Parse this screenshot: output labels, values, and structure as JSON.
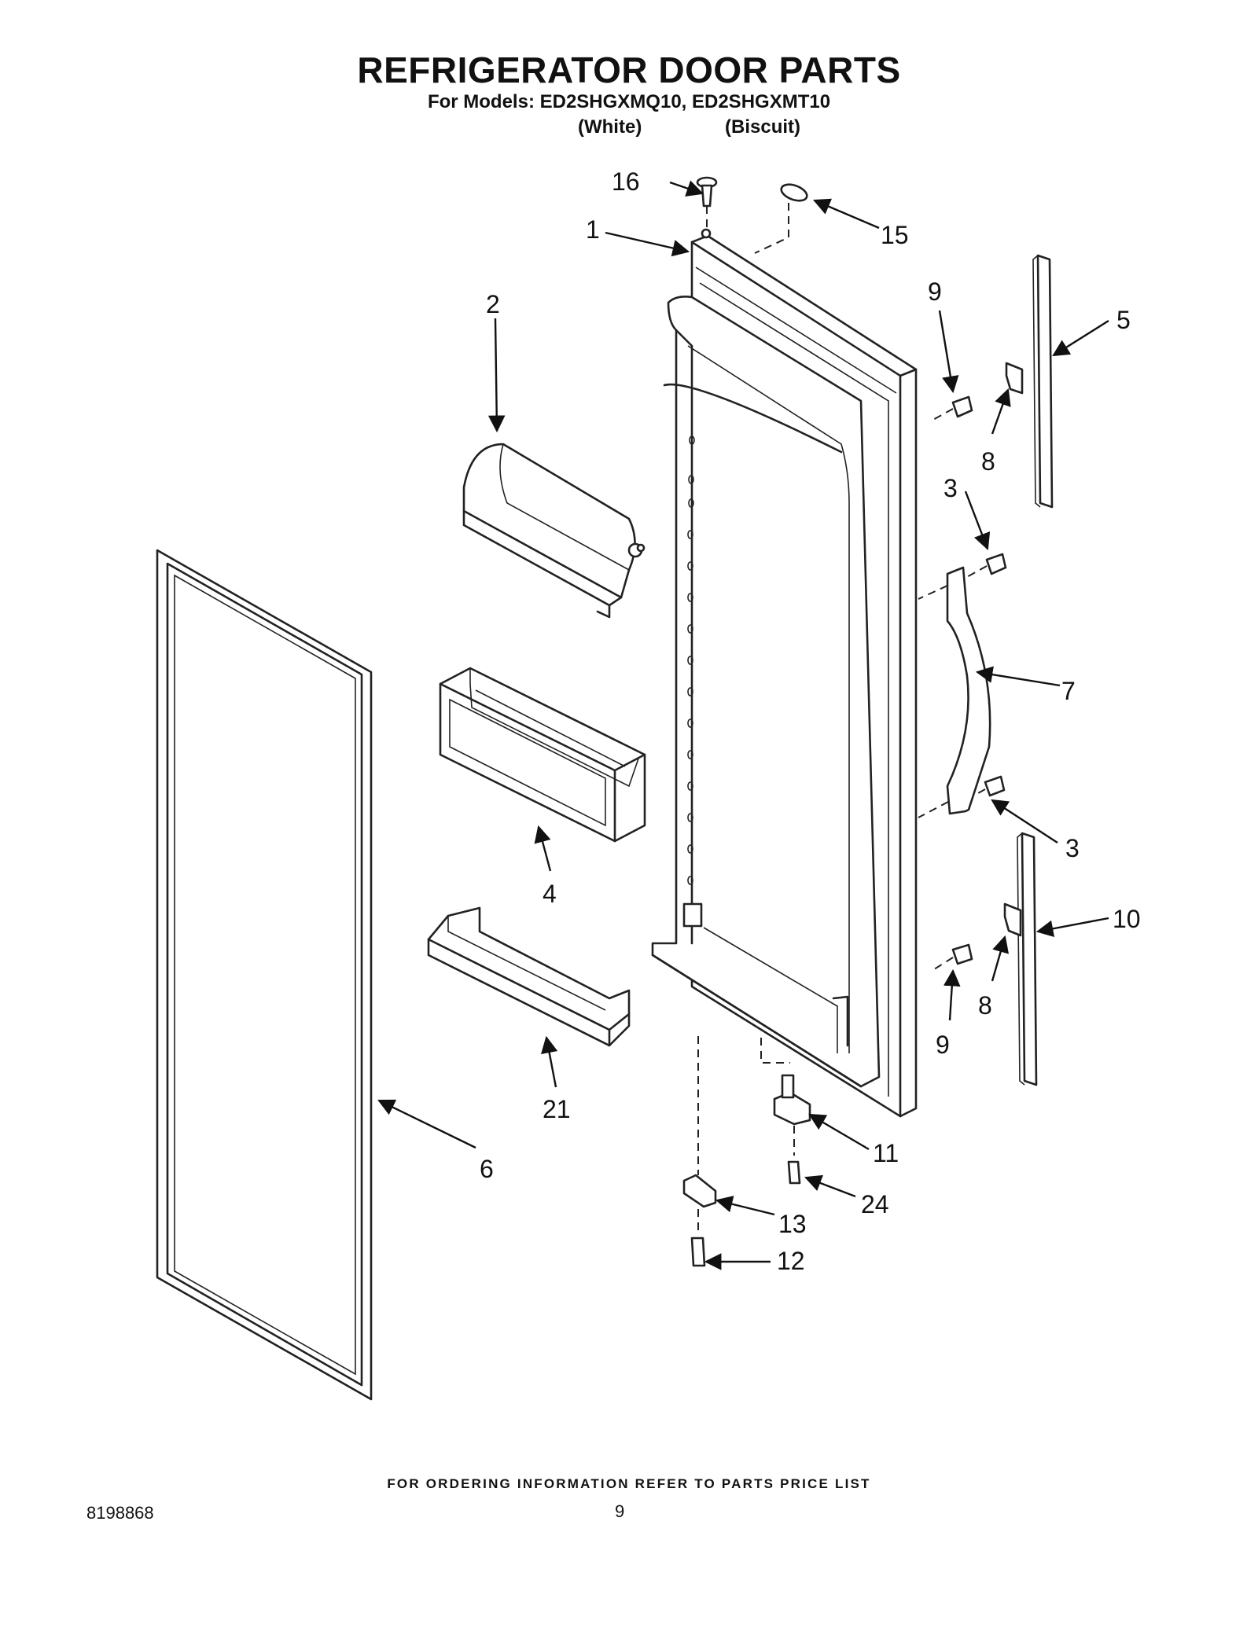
{
  "header": {
    "title": "REFRIGERATOR DOOR PARTS",
    "models_line": "For Models: ED2SHGXMQ10, ED2SHGXMT10",
    "variant_white": "(White)",
    "variant_biscuit": "(Biscuit)"
  },
  "callouts": {
    "p1": "1",
    "p2": "2",
    "p3a": "3",
    "p3b": "3",
    "p4": "4",
    "p5": "5",
    "p6": "6",
    "p7": "7",
    "p8a": "8",
    "p8b": "8",
    "p9a": "9",
    "p9b": "9",
    "p10": "10",
    "p11": "11",
    "p12": "12",
    "p13": "13",
    "p15": "15",
    "p16": "16",
    "p21": "21",
    "p24": "24"
  },
  "footer": {
    "ordering_note": "FOR ORDERING INFORMATION REFER TO PARTS PRICE LIST",
    "document_number": "8198868",
    "page_number": "9"
  }
}
